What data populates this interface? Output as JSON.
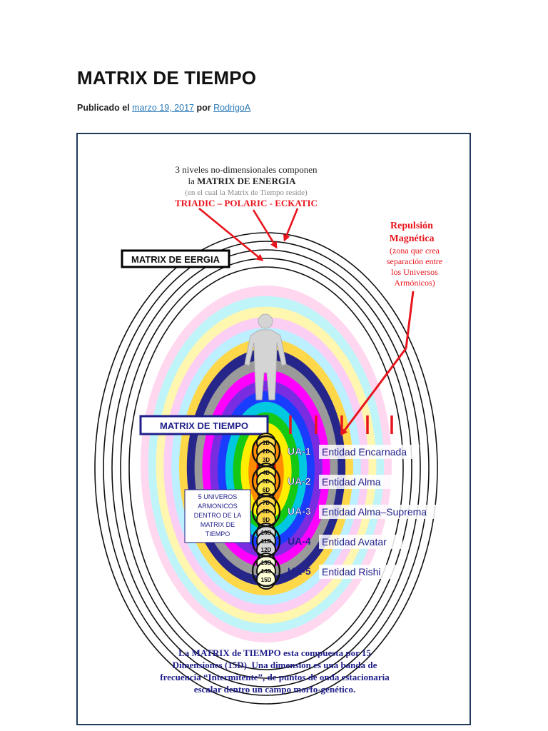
{
  "post": {
    "title": "MATRIX DE TIEMPO",
    "published_label": "Publicado el",
    "date": "marzo 19, 2017",
    "by_label": "por",
    "author": "RodrigoA"
  },
  "figure": {
    "header": {
      "line1": "3 niveles no-dimensionales componen",
      "line2_prefix": "la",
      "line2_bold": "MATRIX DE ENERGIA",
      "line3": "(en el cual la Matrix de Tiempo reside)",
      "line4": "TRIADIC – POLARIC - ECKATIC"
    },
    "energy_box": "MATRIX DE EERGIA",
    "time_box": "MATRIX DE TIEMPO",
    "repulsion": {
      "title1": "Repulsión",
      "title2": "Magnética",
      "desc": [
        "(zona que crea",
        "separación entre",
        "los Universos",
        "Armónicos)"
      ]
    },
    "universes_box": [
      "5 UNIVEROS",
      "ARMONICOS",
      "DENTRO DE LA",
      "MATRIX DE",
      "TIEMPO"
    ],
    "universes": [
      {
        "code": "UA-1",
        "label": "Entidad Encarnada",
        "dims": [
          "1D",
          "2D",
          "3D"
        ]
      },
      {
        "code": "UA-2",
        "label": "Entidad Alma",
        "dims": [
          "4D",
          "5D",
          "6D"
        ]
      },
      {
        "code": "UA-3",
        "label": "Entidad Alma–Suprema",
        "dims": [
          "7D",
          "8D",
          "9D"
        ]
      },
      {
        "code": "UA-4",
        "label": "Entidad Avatar",
        "dims": [
          "10D",
          "11D",
          "12D"
        ]
      },
      {
        "code": "UA-5",
        "label": "Entidad Rishi",
        "dims": [
          "13D",
          "14D",
          "15D"
        ]
      }
    ],
    "caption": [
      "La MATRIX de TIEMPO esta compuesta por 15",
      "Dimensiones (15D). Una dimensión es una banda de",
      "frecuencia “Intermitente”, de puntos de onda estacionaria",
      "escalar dentro un campo morfo-genético."
    ],
    "colors": {
      "red": "#e8141c",
      "navy": "#1f1f8a",
      "ring_colors": [
        "#ffd8f0",
        "#bff4f8",
        "#fff6b0",
        "#fbcff4",
        "#bcefff",
        "#ffd84a",
        "#26268a",
        "#9a9a9a",
        "#ff00ff",
        "#7a2de0",
        "#1a3cff",
        "#00c8e0",
        "#14c814",
        "#ffee00",
        "#ff8c00",
        "#ff2000"
      ]
    }
  }
}
